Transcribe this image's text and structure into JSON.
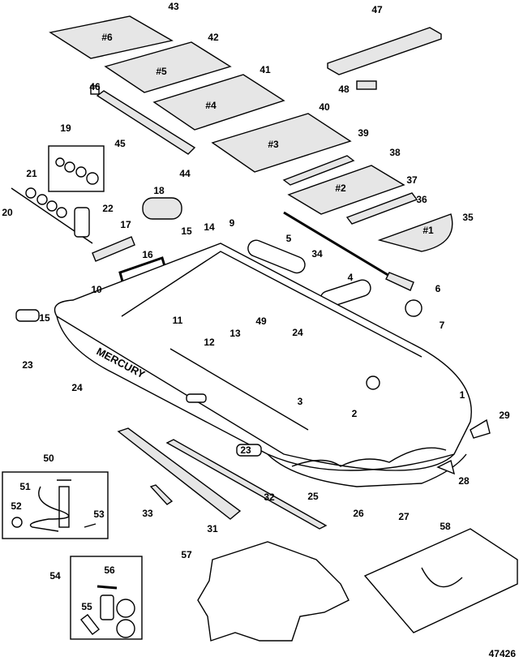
{
  "diagram": {
    "figure_number": "47426",
    "brand_text": "MERCURY",
    "callouts": [
      "43",
      "#6",
      "42",
      "#5",
      "41",
      "#4",
      "40",
      "#3",
      "39",
      "38",
      "#2",
      "37",
      "36",
      "35",
      "#1",
      "47",
      "48",
      "46",
      "45",
      "44",
      "19",
      "21",
      "20",
      "22",
      "18",
      "17",
      "16",
      "15",
      "14",
      "9",
      "5",
      "4",
      "34",
      "6",
      "7",
      "10",
      "11",
      "12",
      "13",
      "49",
      "24",
      "15",
      "23",
      "24",
      "3",
      "2",
      "1",
      "29",
      "23",
      "25",
      "26",
      "27",
      "28",
      "50",
      "51",
      "52",
      "53",
      "33",
      "32",
      "31",
      "54",
      "56",
      "55",
      "57",
      "58"
    ],
    "colors": {
      "line": "#000000",
      "background": "#ffffff"
    }
  }
}
